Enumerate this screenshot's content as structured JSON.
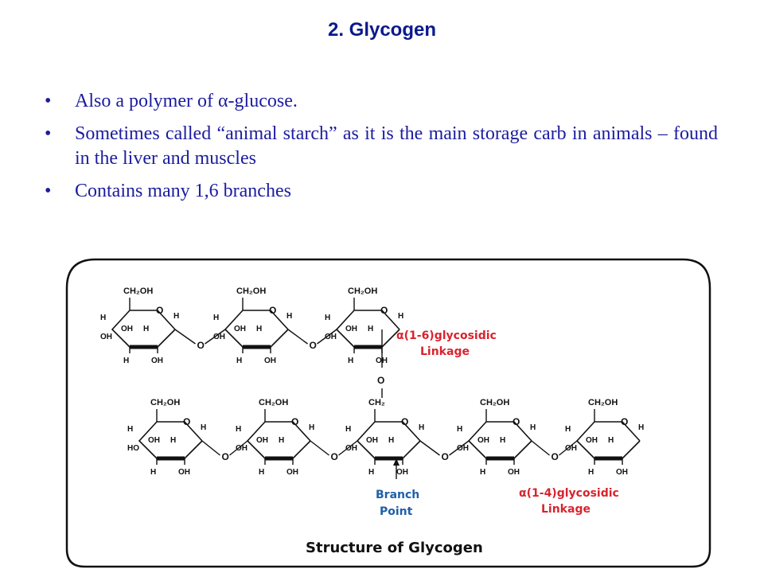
{
  "title": "2. Glycogen",
  "bullets": [
    "Also a polymer of α-glucose.",
    "Sometimes called “animal starch” as it is the main storage carb in animals – found in the liver and muscles",
    "Contains many 1,6 branches"
  ],
  "figure": {
    "caption": "Structure of Glycogen",
    "label_16": [
      "α(1-6)glycosidic",
      "Linkage"
    ],
    "label_14": [
      "α(1-4)glycosidic",
      "Linkage"
    ],
    "label_branch": [
      "Branch",
      "Point"
    ],
    "atoms": {
      "ch2oh": "CH₂OH",
      "ch2": "CH₂",
      "o": "O",
      "h": "H",
      "oh": "OH",
      "ho": "HO"
    }
  },
  "colors": {
    "title": "#0a1a8c",
    "bullet_text": "#1c1ca0",
    "linkage_label": "#d9232e",
    "branch_label": "#1f5fa8"
  }
}
